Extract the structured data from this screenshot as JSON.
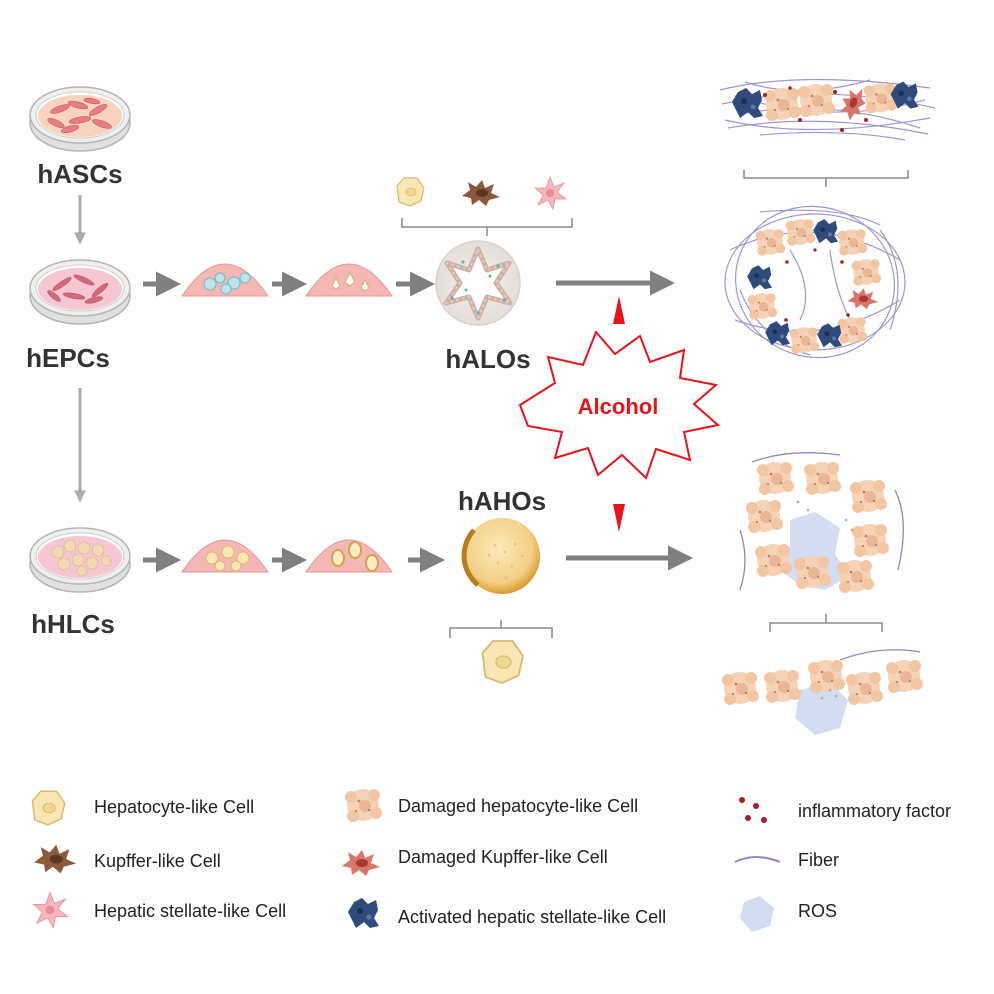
{
  "stages": {
    "hascs": "hASCs",
    "hepcs": "hEPCs",
    "hhlcs": "hHLCs",
    "halos": "hALOs",
    "hahos": "hAHOs"
  },
  "alcohol": "Alcohol",
  "legend": {
    "hepatocyte": "Hepatocyte-like Cell",
    "kupffer": "Kupffer-like Cell",
    "stellate": "Hepatic stellate-like Cell",
    "damaged_hepatocyte": "Damaged hepatocyte-like Cell",
    "damaged_kupffer": "Damaged Kupffer-like Cell",
    "activated_stellate": "Activated hepatic stellate-like Cell",
    "inflammatory": "inflammatory factor",
    "fiber": "Fiber",
    "ros": "ROS"
  },
  "colors": {
    "arrow_gray": "#7f7f7f",
    "alcohol_red": "#e8141c",
    "dish_rim": "#c9c9c9",
    "culture_orange": "#f8d3bd",
    "culture_pink": "#f6c7d2",
    "hepatocyte_fill": "#f9e6b4",
    "kupffer_fill": "#8b5a3c",
    "stellate_fill": "#f5b6bc",
    "activated_stellate": "#2f4b7c",
    "fiber": "#8e86c7",
    "ros": "#d2dcf3",
    "inflammatory": "#a5202a"
  },
  "icons": [
    "petri-dish-icon",
    "organoid-icon",
    "hepatocyte-cell-icon",
    "kupffer-cell-icon",
    "stellate-cell-icon",
    "damaged-hepatocyte-icon",
    "damaged-kupffer-icon",
    "activated-stellate-icon",
    "inflammatory-factor-icon",
    "fiber-icon",
    "ros-icon",
    "starburst-icon"
  ]
}
